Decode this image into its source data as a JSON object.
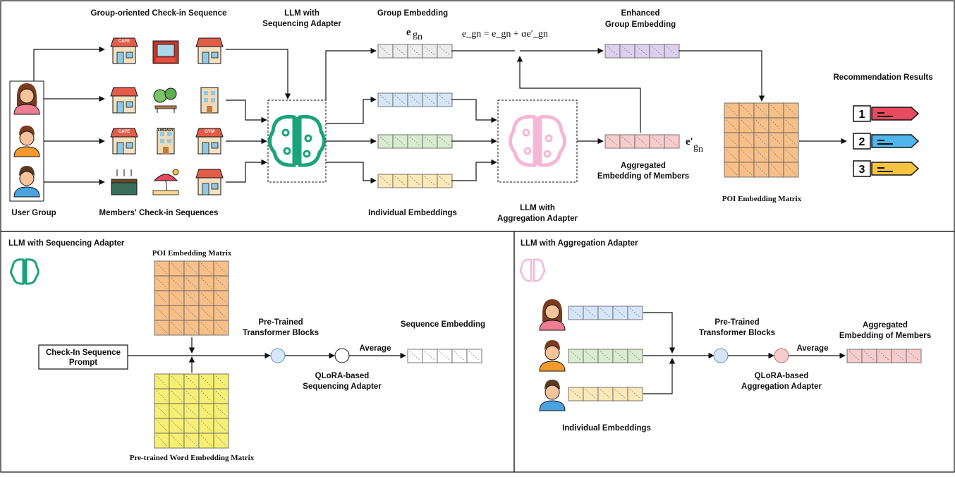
{
  "top": {
    "group_seq_title": "Group-oriented Check-in Sequence",
    "llm_seq_title_1": "LLM with",
    "llm_seq_title_2": "Sequencing Adapter",
    "group_emb_title": "Group Embedding",
    "group_emb_sym": "e",
    "group_emb_sub": "g",
    "group_emb_subsub": "n",
    "formula": "e_gn = e_gn + αe′_gn",
    "enhanced_1": "Enhanced",
    "enhanced_2": "Group Embedding",
    "recommendation_title": "Recommendation Results",
    "user_group": "User Group",
    "members_seq": "Members' Check-in Sequences",
    "individual_emb": "Individual Embeddings",
    "llm_agg_1": "LLM with",
    "llm_agg_2": "Aggregation Adapter",
    "aggregated_1": "Aggregated",
    "aggregated_2": "Embedding of Members",
    "agg_sym": "e′",
    "poi_matrix": "POI Embedding Matrix",
    "ranks": [
      "1",
      "2",
      "3"
    ],
    "shop_signs": [
      "CAFE",
      "CAFE",
      "LIBRARY",
      "GYM"
    ]
  },
  "bottom_left": {
    "title": "LLM with Sequencing Adapter",
    "poi_matrix": "POI Embedding Matrix",
    "word_matrix": "Pre-trained Word Embedding Matrix",
    "prompt_1": "Check-In Sequence",
    "prompt_2": "Prompt",
    "pretrained_1": "Pre-Trained",
    "pretrained_2": "Transformer Blocks",
    "average": "Average",
    "seq_emb": "Sequence Embedding",
    "qlora_1": "QLoRA-based",
    "qlora_2": "Sequencing Adapter"
  },
  "bottom_right": {
    "title": "LLM with Aggregation Adapter",
    "pretrained_1": "Pre-Trained",
    "pretrained_2": "Transformer Blocks",
    "average": "Average",
    "agg_1": "Aggregated",
    "agg_2": "Embedding of Members",
    "qlora_1": "QLoRA-based",
    "qlora_2": "Aggregation Adapter",
    "individual": "Individual Embeddings"
  },
  "colors": {
    "teal": "#1aa37a",
    "pink": "#f4b8d6",
    "orange_matrix": "#f7c089",
    "yellow_matrix": "#f7ef75",
    "blue_emb": "#d6e6f8",
    "green_emb": "#d9ecd0",
    "yellow_emb": "#fde8b8",
    "gray_emb": "#ececec",
    "purple_emb": "#ddd0ee",
    "red_emb": "#f7cccc",
    "rank_red": "#e84a5f",
    "rank_blue": "#4fb6ec",
    "rank_yellow": "#f5c542"
  }
}
